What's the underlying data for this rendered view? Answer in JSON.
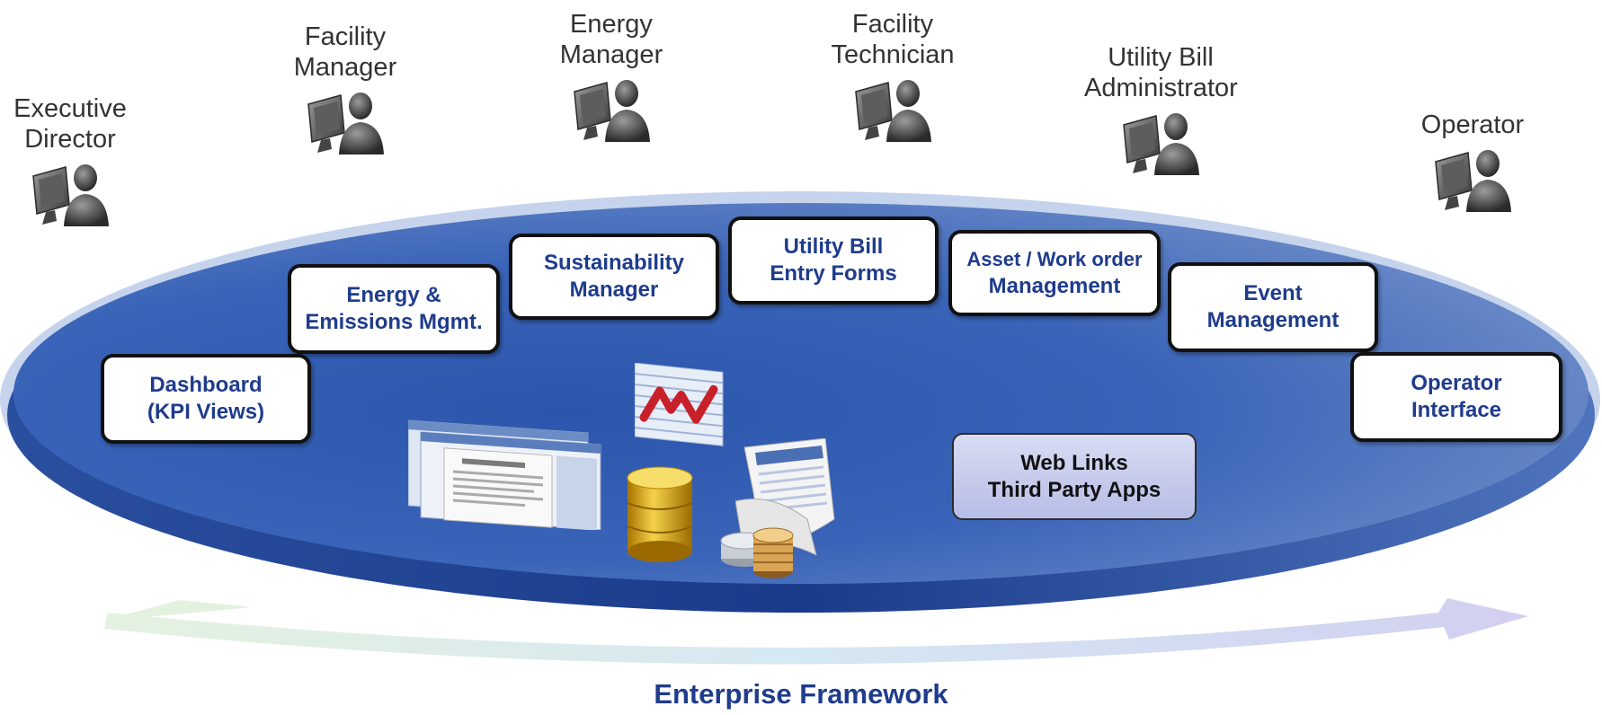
{
  "roles": [
    {
      "id": "executive-director",
      "lines": [
        "Executive",
        "Director"
      ]
    },
    {
      "id": "facility-manager",
      "lines": [
        "Facility",
        "Manager"
      ]
    },
    {
      "id": "energy-manager",
      "lines": [
        "Energy",
        "Manager"
      ]
    },
    {
      "id": "facility-technician",
      "lines": [
        "Facility",
        "Technician"
      ]
    },
    {
      "id": "utility-bill-administrator",
      "lines": [
        "Utility Bill",
        "Administrator"
      ]
    },
    {
      "id": "operator",
      "lines": [
        "Operator"
      ]
    }
  ],
  "modules": [
    {
      "id": "dashboard",
      "lines": [
        "Dashboard",
        "(KPI Views)"
      ]
    },
    {
      "id": "energy-emissions",
      "lines": [
        "Energy &",
        "Emissions Mgmt."
      ]
    },
    {
      "id": "sustainability-manager",
      "lines": [
        "Sustainability",
        "Manager"
      ]
    },
    {
      "id": "utility-bill-entry",
      "lines": [
        "Utility Bill",
        "Entry Forms"
      ]
    },
    {
      "id": "asset-work-order",
      "lines": [
        "Asset / Work order",
        "Management"
      ]
    },
    {
      "id": "event-management",
      "lines": [
        "Event",
        "Management"
      ]
    },
    {
      "id": "operator-interface",
      "lines": [
        "Operator",
        "Interface"
      ]
    }
  ],
  "web_links": [
    "Web Links",
    "Third Party Apps"
  ],
  "framework_label": "Enterprise Framework",
  "colors": {
    "platform_top": "#2e5db0",
    "platform_edge": "#1d3f8e",
    "module_text": "#1f3c8c",
    "role_text": "#333333",
    "arrow_left": "#dbeedb",
    "arrow_right": "#c9c9ee"
  },
  "icons": [
    "user-at-computer-icon",
    "documents-icon",
    "line-chart-icon",
    "database-icon",
    "report-printout-icon",
    "coins-icon"
  ]
}
